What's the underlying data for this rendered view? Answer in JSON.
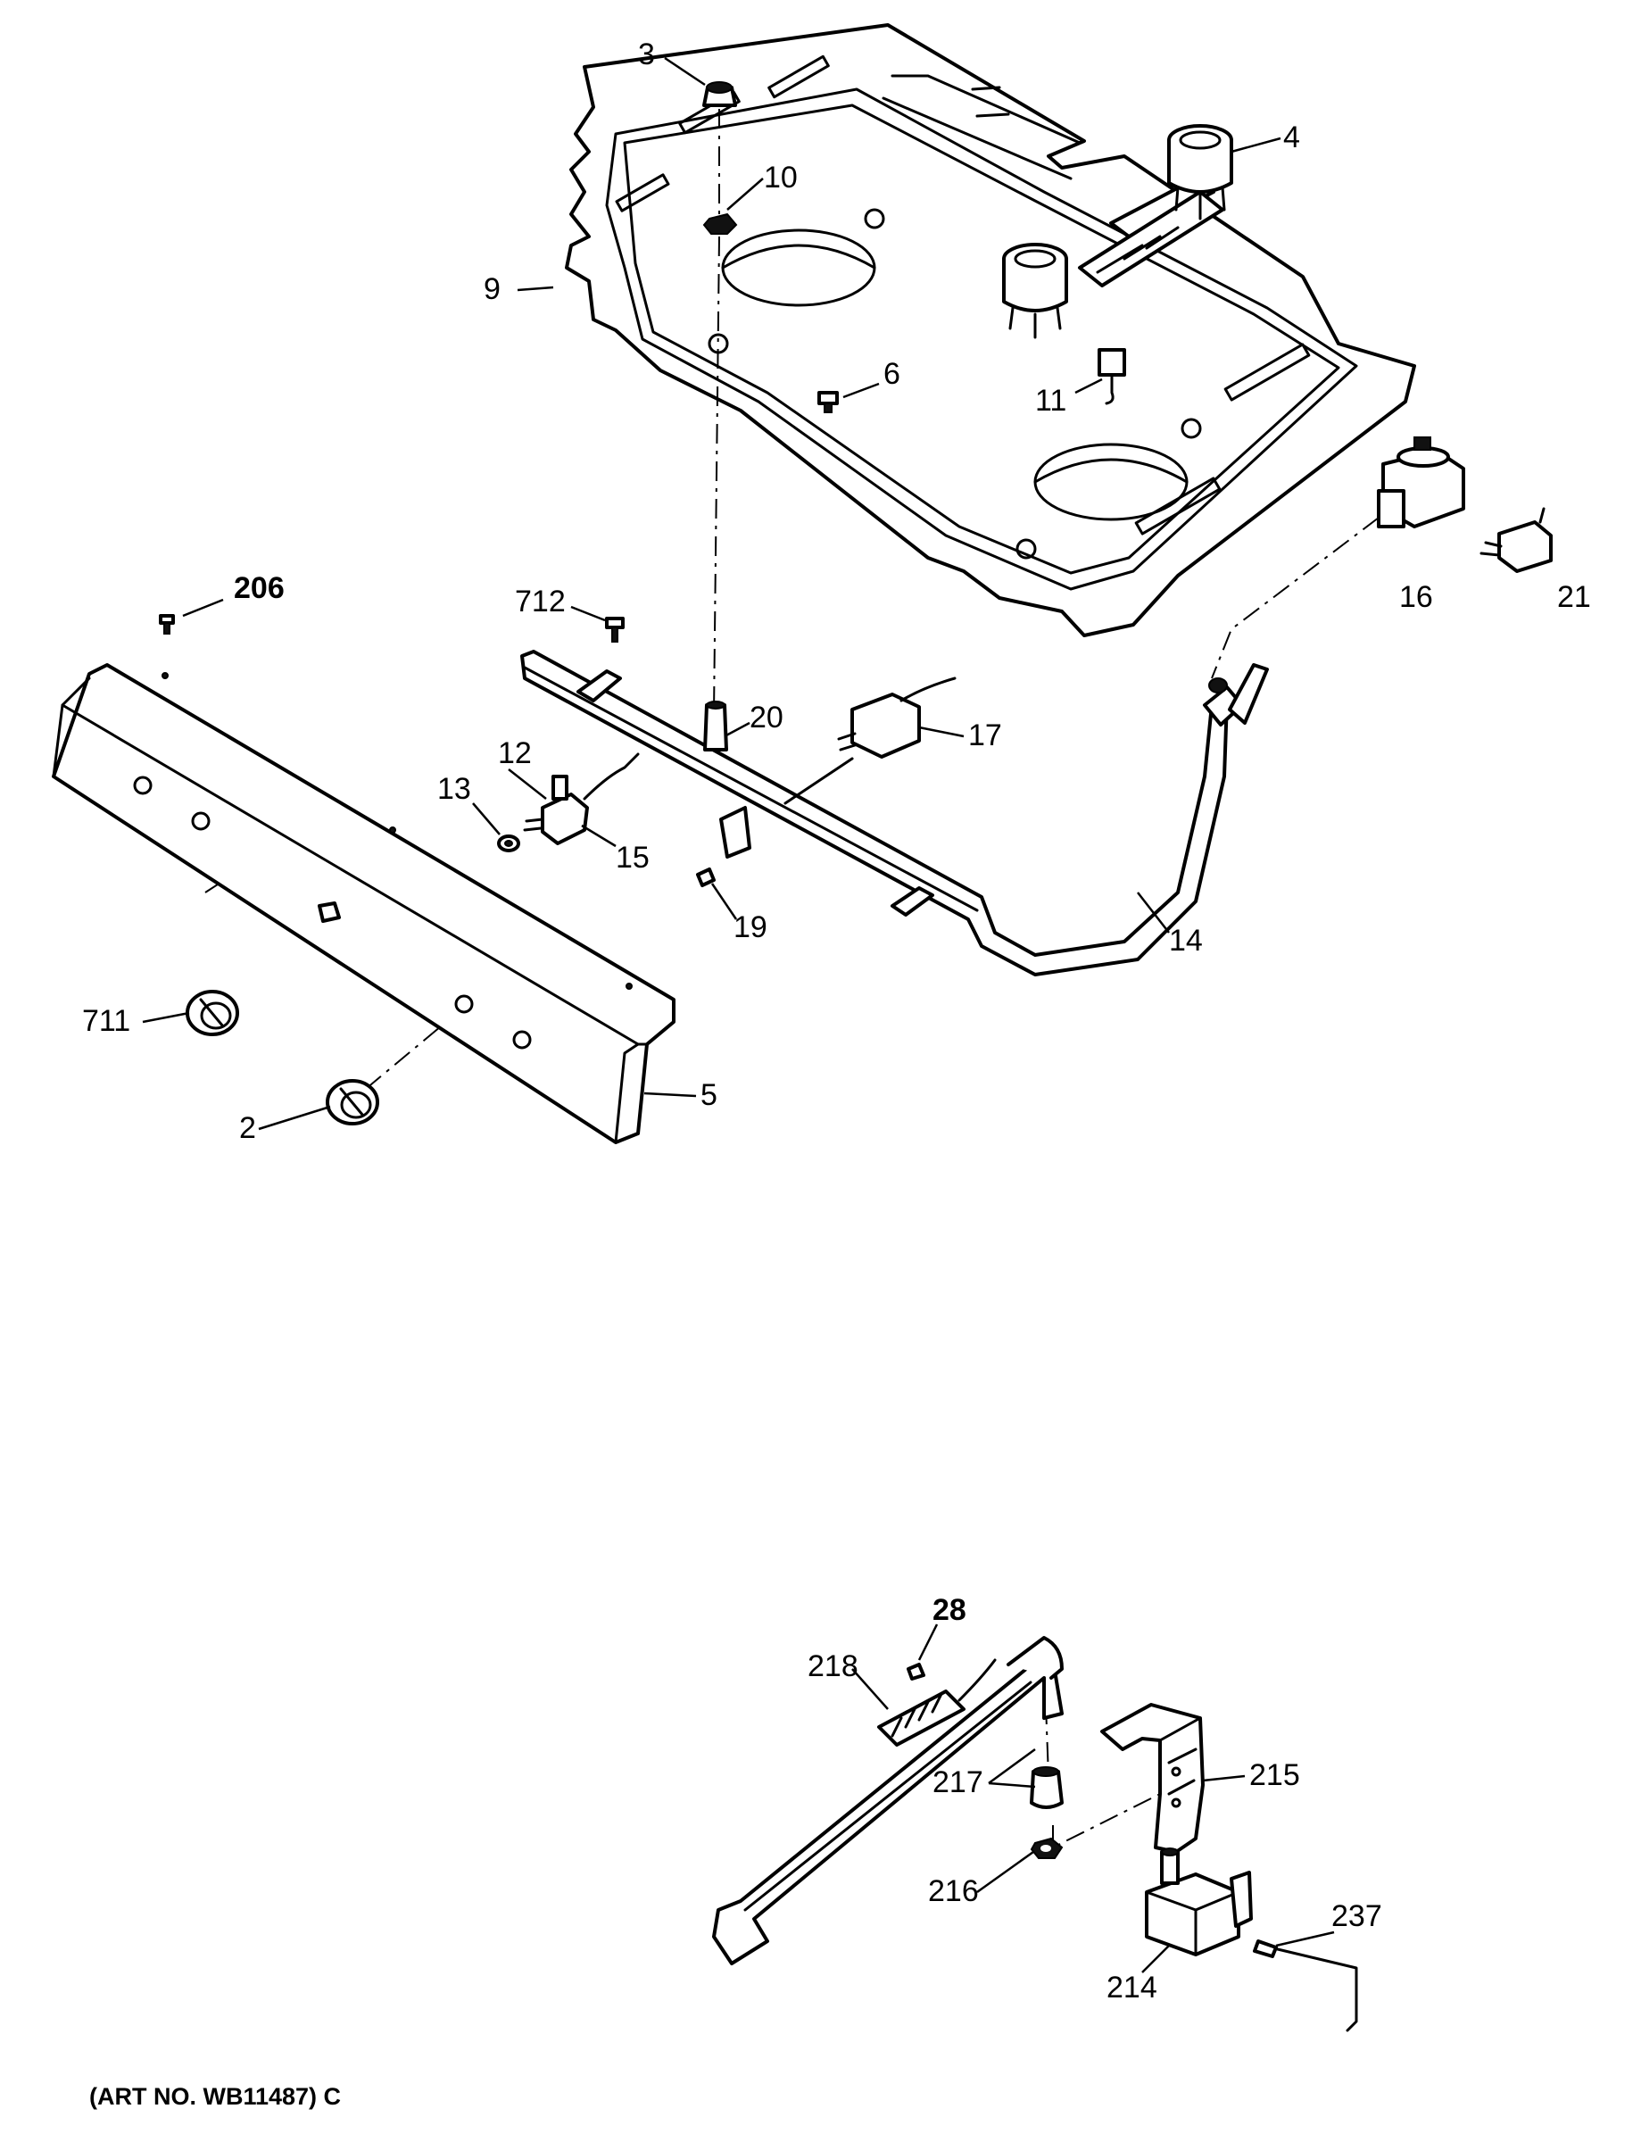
{
  "art_number": "(ART NO. WB11487) C",
  "callouts": [
    {
      "id": "c3",
      "label": "3"
    },
    {
      "id": "c4",
      "label": "4"
    },
    {
      "id": "c10",
      "label": "10"
    },
    {
      "id": "c9",
      "label": "9"
    },
    {
      "id": "c6",
      "label": "6"
    },
    {
      "id": "c11",
      "label": "11"
    },
    {
      "id": "c16",
      "label": "16"
    },
    {
      "id": "c21",
      "label": "21"
    },
    {
      "id": "c206",
      "label": "206",
      "bold": true
    },
    {
      "id": "c712",
      "label": "712"
    },
    {
      "id": "c20",
      "label": "20"
    },
    {
      "id": "c17",
      "label": "17"
    },
    {
      "id": "c12",
      "label": "12"
    },
    {
      "id": "c13",
      "label": "13"
    },
    {
      "id": "c15",
      "label": "15"
    },
    {
      "id": "c19",
      "label": "19"
    },
    {
      "id": "c14",
      "label": "14"
    },
    {
      "id": "c711",
      "label": "711"
    },
    {
      "id": "c2",
      "label": "2"
    },
    {
      "id": "c5",
      "label": "5"
    },
    {
      "id": "c28",
      "label": "28",
      "bold": true
    },
    {
      "id": "c218",
      "label": "218"
    },
    {
      "id": "c215",
      "label": "215"
    },
    {
      "id": "c217",
      "label": "217"
    },
    {
      "id": "c216",
      "label": "216"
    },
    {
      "id": "c237",
      "label": "237"
    },
    {
      "id": "c214",
      "label": "214"
    }
  ]
}
